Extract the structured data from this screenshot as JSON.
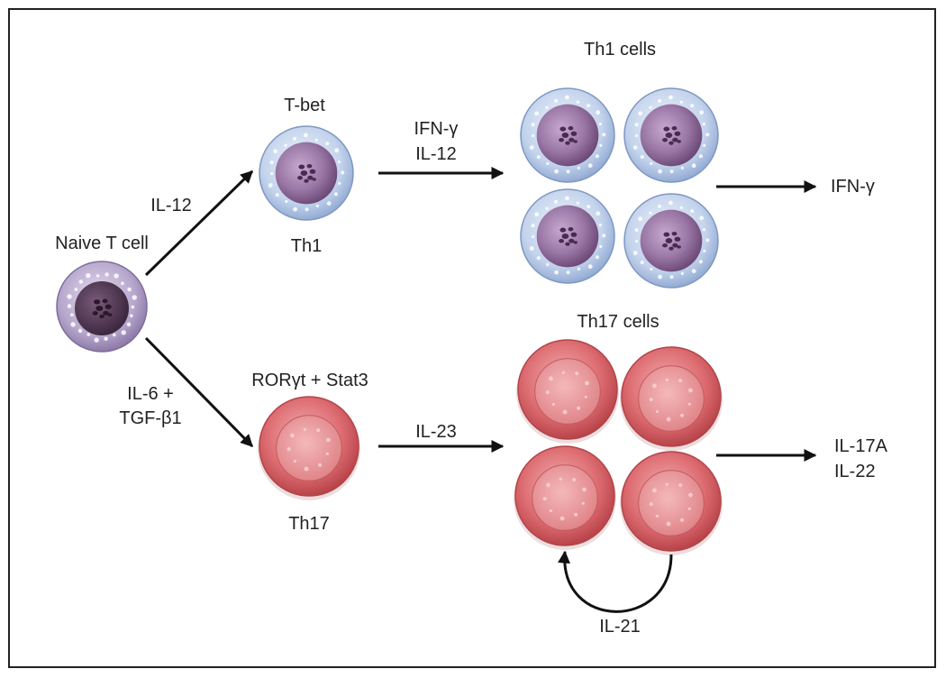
{
  "labels": {
    "naive": "Naive T cell",
    "tbet": "T-bet",
    "th1": "Th1",
    "il12_up": "IL-12",
    "ifng_il12_line1": "IFN-γ",
    "ifng_il12_line2": "IL-12",
    "th1_cells": "Th1 cells",
    "ifng_out": "IFN-γ",
    "il6_line1": "IL-6 +",
    "il6_line2": "TGF-β1",
    "ror": "RORγt + Stat3",
    "th17": "Th17",
    "il23": "IL-23",
    "th17_cells": "Th17 cells",
    "il17a": "IL-17A",
    "il22": "IL-22",
    "il21": "IL-21"
  },
  "colors": {
    "naive_outer": "#b6a6cc",
    "naive_nucleus": "#4f3550",
    "th1_outer": "#c3d3ec",
    "th1_nucleus": "#8e6a9a",
    "th17_outer": "#dc6b70",
    "th17_inner": "#e88f92",
    "arrow": "#111111"
  }
}
